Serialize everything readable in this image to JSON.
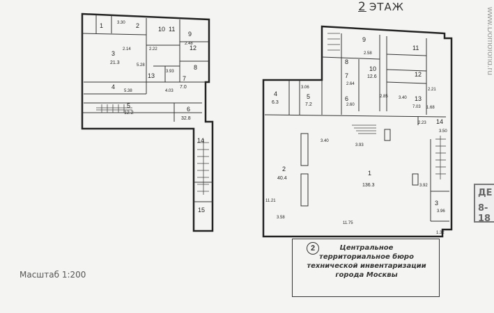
{
  "header": {
    "floor_number": "2",
    "floor_label": "ЭТАЖ"
  },
  "watermark": "www.Domofond.ru",
  "scale_label": "Масштаб 1:200",
  "stamp": {
    "number": "2",
    "lines": [
      "Центральное",
      "территориальное бюро",
      "технической инвентаризации",
      "города Москвы"
    ]
  },
  "corner_stamp": [
    "ДЕ",
    "8-18"
  ],
  "left_block": {
    "rooms": [
      {
        "num": "1",
        "area": ""
      },
      {
        "num": "2",
        "area": ""
      },
      {
        "num": "3",
        "area": "21.3"
      },
      {
        "num": "4",
        "area": ""
      },
      {
        "num": "5",
        "area": "12.2"
      },
      {
        "num": "6",
        "area": "32.8"
      },
      {
        "num": "7",
        "area": "7.0"
      },
      {
        "num": "8",
        "area": ""
      },
      {
        "num": "9",
        "area": ""
      },
      {
        "num": "10",
        "area": ""
      },
      {
        "num": "11",
        "area": ""
      },
      {
        "num": "12",
        "area": ""
      },
      {
        "num": "13",
        "area": ""
      },
      {
        "num": "14",
        "area": ""
      },
      {
        "num": "15",
        "area": ""
      }
    ],
    "dims": [
      "3.30",
      "5.28",
      "5.38",
      "3.93",
      "4.03",
      "2.48",
      "2.14",
      "2.22"
    ]
  },
  "right_block": {
    "rooms": [
      {
        "num": "1",
        "area": "136.3"
      },
      {
        "num": "2",
        "area": "40.4"
      },
      {
        "num": "3",
        "area": ""
      },
      {
        "num": "4",
        "area": "6.3"
      },
      {
        "num": "5",
        "area": "7.2"
      },
      {
        "num": "6",
        "area": ""
      },
      {
        "num": "7",
        "area": ""
      },
      {
        "num": "8",
        "area": ""
      },
      {
        "num": "9",
        "area": ""
      },
      {
        "num": "10",
        "area": "12.6"
      },
      {
        "num": "11",
        "area": ""
      },
      {
        "num": "12",
        "area": ""
      },
      {
        "num": "13",
        "area": ""
      },
      {
        "num": "14",
        "area": ""
      }
    ],
    "dims": [
      "3.40",
      "3.93",
      "11.75",
      "3.58",
      "11.21",
      "2.58",
      "2.64",
      "2.60",
      "3.40",
      "3.06",
      "2.21",
      "2.23",
      "3.50",
      "3.92",
      "3.96",
      "1.32",
      "2.85",
      "1.68",
      "7.03"
    ]
  }
}
